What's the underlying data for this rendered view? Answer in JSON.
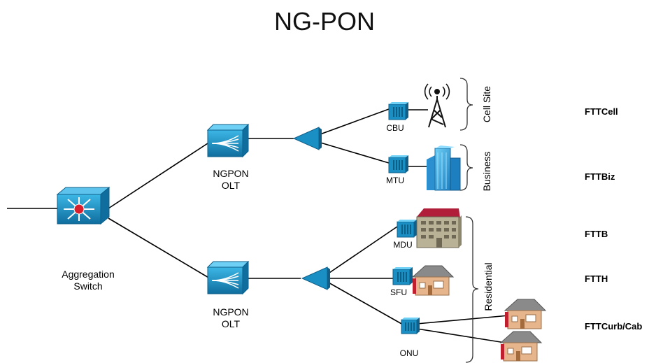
{
  "title": "NG-PON",
  "nodes": {
    "aggregation_switch": "Aggregation\nSwitch",
    "olt_top_line1": "NGPON",
    "olt_top_line2": "OLT",
    "olt_bottom_line1": "NGPON",
    "olt_bottom_line2": "OLT",
    "cbu": "CBU",
    "mtu": "MTU",
    "mdu": "MDU",
    "sfu": "SFU",
    "onu": "ONU"
  },
  "groups": {
    "cell_site": "Cell Site",
    "business": "Business",
    "residential": "Residential"
  },
  "services": {
    "fttcell": "FTTCell",
    "fttbiz": "FTTBiz",
    "fttb": "FTTB",
    "ftth": "FTTH",
    "fttcurb": "FTTCurb/Cab"
  },
  "colors": {
    "device_blue": "#1a8fc4",
    "device_dark": "#0f5f8a",
    "house_wall": "#e7b58c",
    "roof": "#8a8a8a",
    "mdu_roof": "#b11e3a",
    "mdu_wall": "#b9b297"
  }
}
